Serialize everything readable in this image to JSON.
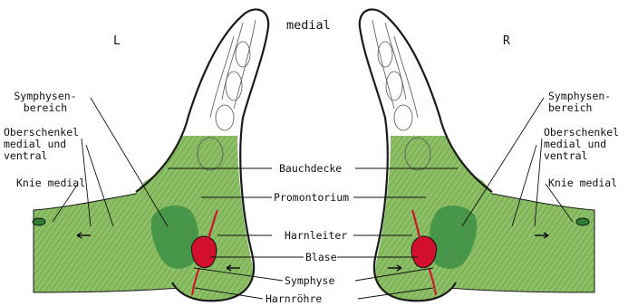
{
  "header": {
    "title": "medial",
    "left_side": "L",
    "right_side": "R"
  },
  "labels": {
    "symphysen_bereich": "Symphysen-\nbereich",
    "oberschenkel": "Oberschenkel\nmedial und\nventral",
    "knie_medial": "Knie medial",
    "bauchdecke": "Bauchdecke",
    "promontorium": "Promontorium",
    "harnleiter": "Harnleiter",
    "blase": "Blase",
    "symphyse": "Symphyse",
    "harnroehre": "Harnröhre"
  },
  "colors": {
    "zone_green": "#7fb55a",
    "zone_dark_green": "#3c8f45",
    "organ_red": "#d2102e",
    "outline": "#1a1a1a"
  }
}
